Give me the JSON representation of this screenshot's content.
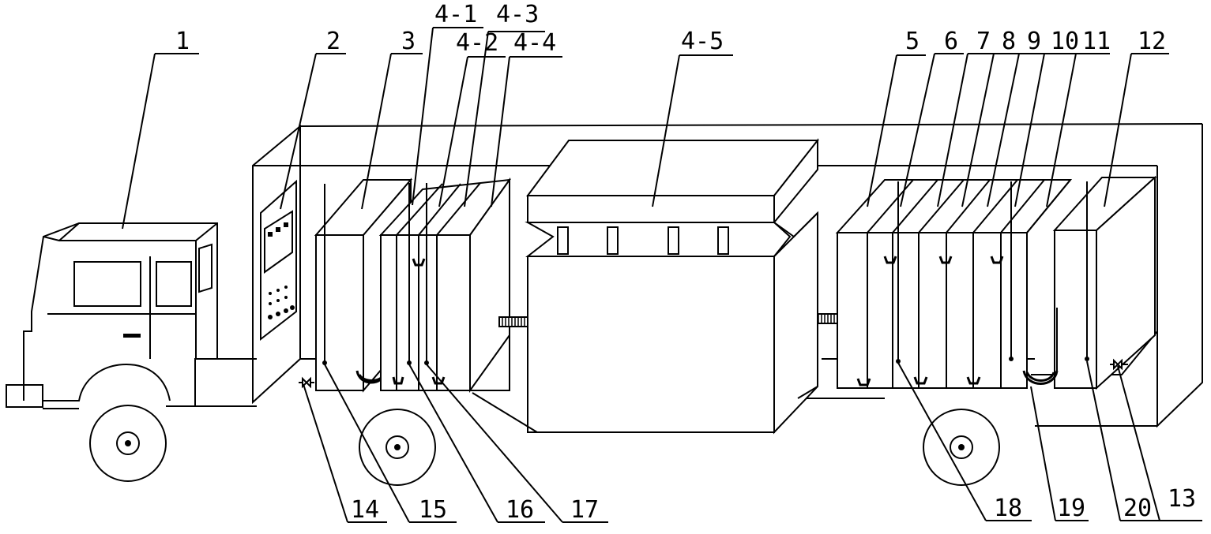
{
  "labels": {
    "l1": "1",
    "l2": "2",
    "l3": "3",
    "l4_1": "4-1",
    "l4_2": "4-2",
    "l4_3": "4-3",
    "l4_4": "4-4",
    "l4_5": "4-5",
    "l5": "5",
    "l6": "6",
    "l7": "7",
    "l8": "8",
    "l9": "9",
    "l10": "10",
    "l11": "11",
    "l12": "12",
    "l13": "13",
    "l14": "14",
    "l15": "15",
    "l16": "16",
    "l17": "17",
    "l18": "18",
    "l19": "19",
    "l20": "20"
  }
}
